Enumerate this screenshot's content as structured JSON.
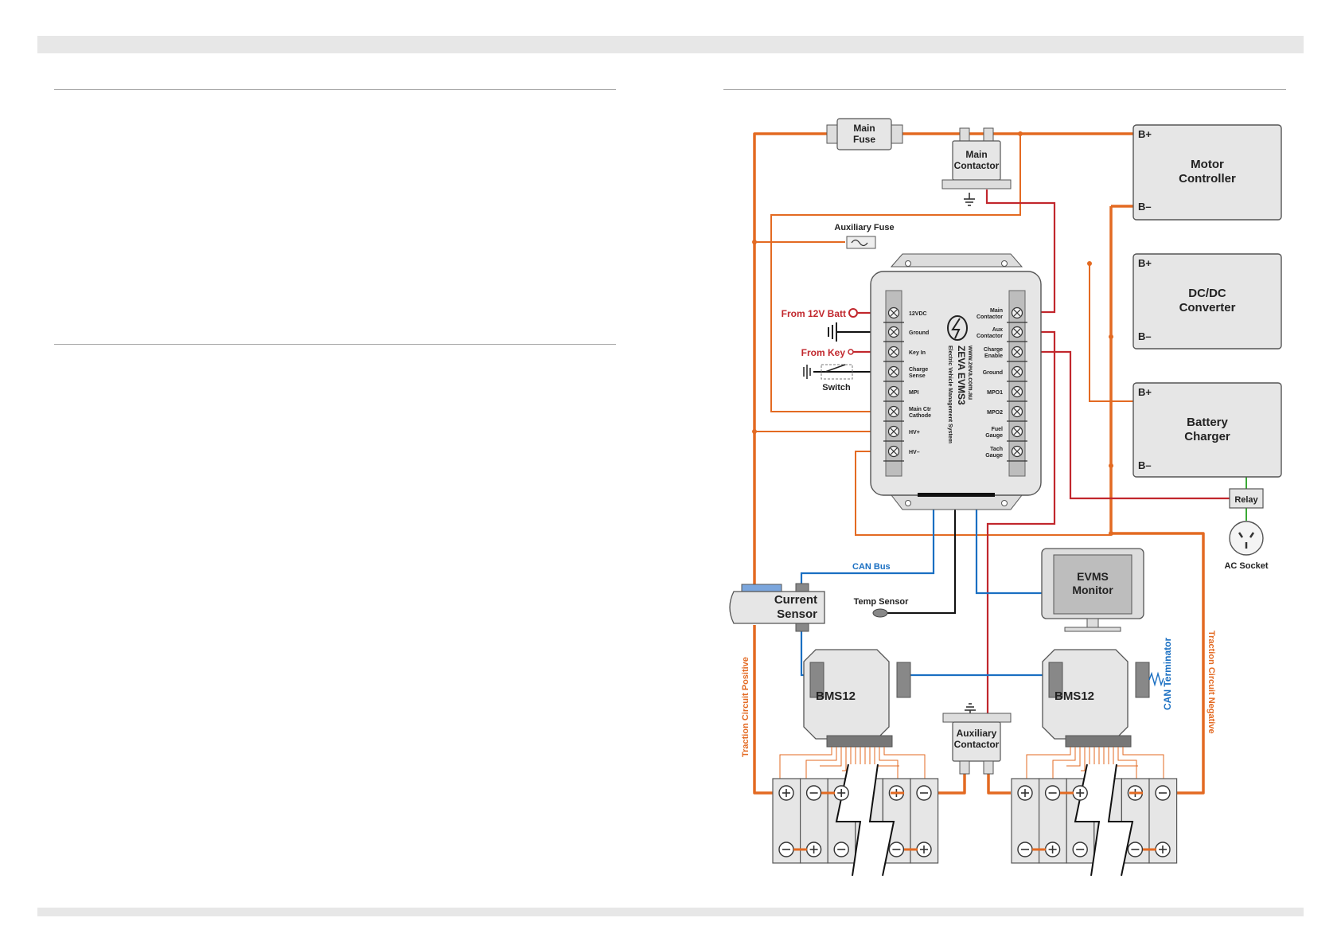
{
  "components": {
    "main_fuse": "Main\nFuse",
    "main_contactor": "Main\nContactor",
    "auxiliary_fuse": "Auxiliary Fuse",
    "motor_controller": "Motor\nController",
    "dcdc_converter": "DC/DC\nConverter",
    "battery_charger": "Battery\nCharger",
    "relay": "Relay",
    "ac_socket": "AC Socket",
    "evms_monitor": "EVMS\nMonitor",
    "current_sensor": "Current\nSensor",
    "temp_sensor": "Temp Sensor",
    "bms_left": "BMS12",
    "bms_right": "BMS12",
    "auxiliary_contactor": "Auxiliary\nContactor",
    "switch": "Switch"
  },
  "terminals": {
    "b_plus": "B+",
    "b_minus": "B–"
  },
  "evms": {
    "brand": "ZEVA EVMS3",
    "url": "www.zeva.com.au",
    "subtitle": "Electric Vehicle Management System",
    "left_pins": [
      "12VDC",
      "Ground",
      "Key In",
      "Charge\nSense",
      "MPI",
      "Main Ctr\nCathode",
      "HV+",
      "HV–"
    ],
    "right_pins": [
      "Main\nContactor",
      "Aux\nContactor",
      "Charge\nEnable",
      "Ground",
      "MPO1",
      "MPO2",
      "Fuel\nGauge",
      "Tach\nGauge"
    ]
  },
  "signals": {
    "from_12v": "From 12V Batt",
    "from_key": "From Key",
    "can_bus": "CAN Bus",
    "can_terminator": "CAN Terminator",
    "traction_positive": "Traction Circuit Positive",
    "traction_negative": "Traction Circuit Negative"
  },
  "colors": {
    "traction": "#e36a22",
    "control": "#c1272d",
    "can": "#1a6fc2",
    "ground_wire": "#111111",
    "relay_wire": "#3aaa35",
    "box_fill": "#e6e6e6",
    "box_stroke": "#555555"
  }
}
